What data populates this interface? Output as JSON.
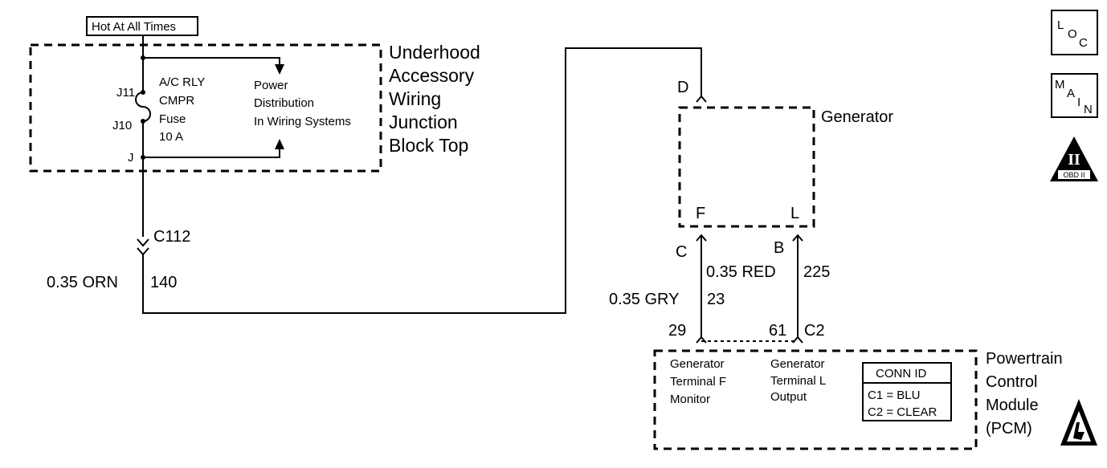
{
  "power_label": "Hot At All Times",
  "fuse_block": {
    "name_lines": [
      "Underhood",
      "Accessory",
      "Wiring",
      "Junction",
      "Block Top"
    ],
    "terminal_j11": "J11",
    "terminal_j10": "J10",
    "terminal_j": "J",
    "fuse_lines": [
      "A/C RLY",
      "CMPR",
      "Fuse",
      "10 A"
    ],
    "power_dist_lines": [
      "Power",
      "Distribution",
      "In Wiring Systems"
    ]
  },
  "connector_c112": "C112",
  "wire_orn": {
    "size_color": "0.35 ORN",
    "circuit": "140"
  },
  "generator": {
    "name": "Generator",
    "term_d": "D",
    "term_f": "F",
    "term_l": "L",
    "pin_c": "C",
    "pin_b": "B"
  },
  "wire_red": {
    "size_color": "0.35 RED",
    "circuit": "225"
  },
  "wire_gry": {
    "size_color": "0.35 GRY",
    "circuit": "23"
  },
  "pcm": {
    "pin_29": "29",
    "pin_61": "61",
    "connector": "C2",
    "name_lines": [
      "Powertrain",
      "Control",
      "Module",
      "(PCM)"
    ],
    "term_f_lines": [
      "Generator",
      "Terminal F",
      "Monitor"
    ],
    "term_l_lines": [
      "Generator",
      "Terminal L",
      "Output"
    ],
    "conn_id": {
      "title": "CONN ID",
      "row1": "C1 = BLU",
      "row2": "C2 = CLEAR"
    }
  },
  "icons": {
    "loc": {
      "l": "L",
      "o": "O",
      "c": "C"
    },
    "main": {
      "m": "M",
      "a": "A",
      "i": "I",
      "n": "N"
    },
    "obd": {
      "numeral": "II",
      "label": "OBD II"
    }
  }
}
